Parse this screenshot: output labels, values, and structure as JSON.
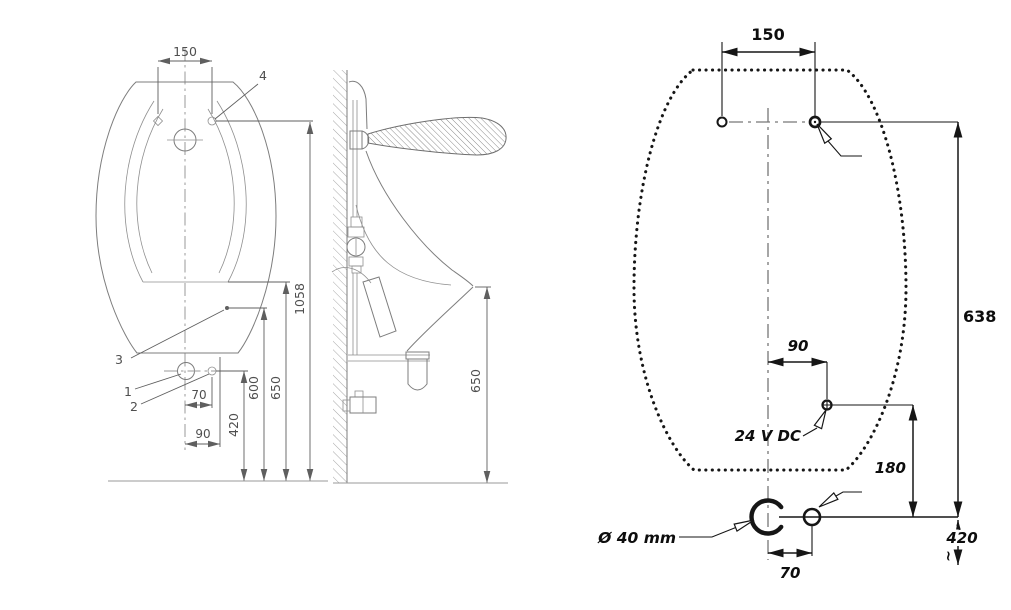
{
  "figure_type": "urinal installation technical drawing",
  "front_view": {
    "dim_150": "150",
    "dim_70": "70",
    "dim_90": "90",
    "dim_420": "420",
    "dim_600": "600",
    "dim_650": "650",
    "dim_1058": "1058",
    "callout_1": "1",
    "callout_2": "2",
    "callout_3": "3",
    "callout_4": "4"
  },
  "side_view": {
    "dim_650": "650"
  },
  "connection_view": {
    "dim_150": "150",
    "dim_638": "638",
    "dim_90": "90",
    "dim_180": "180",
    "dim_420": "420",
    "dim_70": "70",
    "label_power": "24 V DC",
    "label_drain": "Ø 40 mm",
    "approx_symbol": "~"
  },
  "colors": {
    "cad_line": "#7d7d7d",
    "bold_ink": "#161616",
    "background": "#ffffff"
  }
}
